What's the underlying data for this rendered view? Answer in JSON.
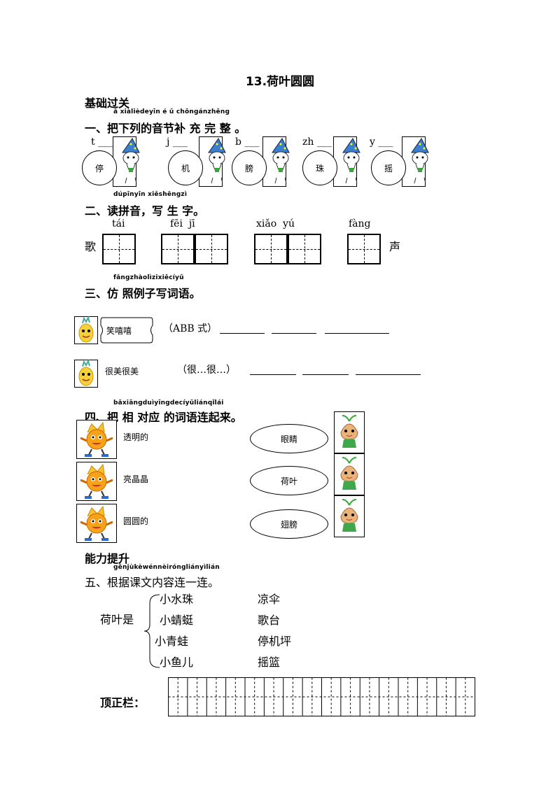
{
  "title": "13.荷叶圆圆",
  "sections": {
    "basic": "基础过关",
    "s1": {
      "pinyin": "ǎ xiàlièdeyīn é ǔ chōngánzhěng",
      "title": "一、把下列的音节补 充 完 整 。",
      "items": [
        {
          "prefix": "t",
          "blank": "___",
          "char": "停"
        },
        {
          "prefix": "j",
          "blank": "___",
          "char": "机"
        },
        {
          "prefix": "b",
          "blank": "___",
          "char": "膀"
        },
        {
          "prefix": "zh",
          "blank": "___",
          "char": "珠"
        },
        {
          "prefix": "y",
          "blank": "___",
          "char": "摇"
        }
      ]
    },
    "s2": {
      "pinyin": "dúpīnyīn    xiěshēngzì",
      "title": "二、读拼音，写 生 字。",
      "pys": [
        "tái",
        "fēi  jī",
        "xiǎo  yú",
        "fàng"
      ],
      "left": "歌",
      "right": "声"
    },
    "s3": {
      "pinyin": "fǎngzhàolìzixiěcíyǔ",
      "title": "三、仿 照例子写词语。",
      "ex1": "笑嘻嘻",
      "ex1_hint": "（ABB 式）",
      "ex2": "很美很美",
      "ex2_hint": "（很…很…）"
    },
    "s4": {
      "pinyin": "bǎxiāngduìyīngdecíyǔliánqǐlái",
      "title": "四、把 相 对应 的词语连起来。",
      "left": [
        "透明的",
        "亮晶晶",
        "圆圆的"
      ],
      "right": [
        "眼睛",
        "荷叶",
        "翅膀"
      ]
    },
    "ability": "能力提升",
    "s5": {
      "pinyin": "gēnjùkèwénnèiróngliányìlián",
      "title": "五、根据课文内容连一连。",
      "subject": "荷叶是",
      "left": [
        "小水珠",
        "小蜻蜓",
        "小青蛙",
        "小鱼儿"
      ],
      "right": [
        "凉伞",
        "歌台",
        "停机坪",
        "摇篮"
      ]
    },
    "footer": "顶正栏："
  }
}
